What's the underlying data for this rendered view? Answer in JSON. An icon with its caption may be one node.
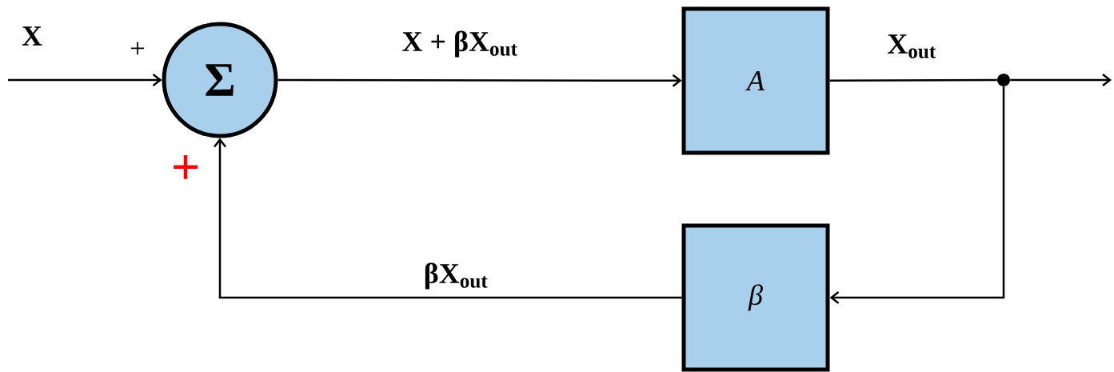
{
  "diagram": {
    "nodes": [
      {
        "text": [
          "Σ"
        ]
      },
      {
        "text": [
          "A"
        ]
      },
      {
        "text": [
          "β"
        ]
      },
      {
        "text": [],
        "shape": "circle"
      }
    ],
    "edges": [
      {
        "from": null,
        "to": 0,
        "arrow": "to",
        "label": "X"
      },
      {
        "from": 0,
        "to": 1,
        "arrow": "to",
        "label": "X + βX$_{out}$"
      },
      {
        "from": 1,
        "to": 3,
        "arrow": "none",
        "label": "X$_{out}$"
      },
      {
        "from": 3,
        "to": null,
        "arrow": "to"
      },
      {
        "from": 3,
        "to": 2,
        "arrow": "to"
      },
      {
        "from": 2,
        "to": 0,
        "arrow": "to",
        "label": "βX$_{out}$"
      }
    ],
    "labels": [
      "+",
      "+"
    ]
  }
}
